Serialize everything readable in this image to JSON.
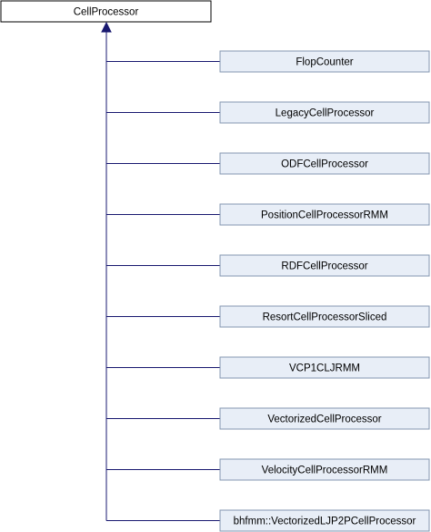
{
  "diagram": {
    "type": "class-inheritance",
    "base_class": {
      "name": "CellProcessor",
      "fill": "#ffffff",
      "border": "#000000"
    },
    "derived_classes": [
      {
        "name": "FlopCounter"
      },
      {
        "name": "LegacyCellProcessor"
      },
      {
        "name": "ODFCellProcessor"
      },
      {
        "name": "PositionCellProcessorRMM"
      },
      {
        "name": "RDFCellProcessor"
      },
      {
        "name": "ResortCellProcessorSliced"
      },
      {
        "name": "VCP1CLJRMM"
      },
      {
        "name": "VectorizedCellProcessor"
      },
      {
        "name": "VelocityCellProcessorRMM"
      },
      {
        "name": "bhfmm::VectorizedLJP2PCellProcessor"
      }
    ],
    "colors": {
      "derived_fill": "#e8eef7",
      "derived_border": "#8497b0",
      "edge": "#191970"
    }
  }
}
